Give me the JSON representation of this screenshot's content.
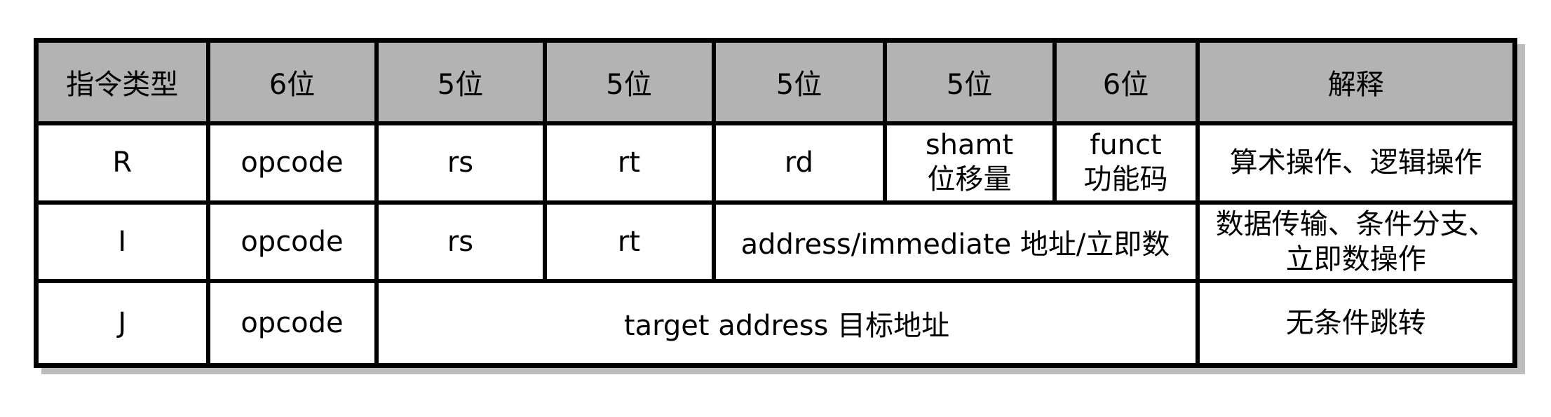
{
  "table": {
    "title_semantic": "MIPS instruction format table",
    "colors": {
      "header_bg": "#b3b3b3",
      "cell_bg": "#ffffff",
      "border": "#000000",
      "shadow": "#bdbdbd",
      "text": "#000000",
      "page_bg": "#ffffff"
    },
    "header": {
      "type_col": "指令类型",
      "bits6_a": "6位",
      "bits5_a": "5位",
      "bits5_b": "5位",
      "bits5_c": "5位",
      "bits5_d": "5位",
      "bits6_b": "6位",
      "explain_col": "解释"
    },
    "rows": {
      "r": {
        "type": "R",
        "opcode": "opcode",
        "rs": "rs",
        "rt": "rt",
        "rd": "rd",
        "shamt_line1": "shamt",
        "shamt_line2": "位移量",
        "funct_line1": "funct",
        "funct_line2": "功能码",
        "explain": "算术操作、逻辑操作"
      },
      "i": {
        "type": "I",
        "opcode": "opcode",
        "rs": "rs",
        "rt": "rt",
        "address_immediate": "address/immediate 地址/立即数",
        "explain_line1": "数据传输、条件分支、",
        "explain_line2": "立即数操作"
      },
      "j": {
        "type": "J",
        "opcode": "opcode",
        "target_address": "target address 目标地址",
        "explain": "无条件跳转"
      }
    }
  },
  "chart_data": {
    "type": "table",
    "columns": [
      "指令类型",
      "6位",
      "5位",
      "5位",
      "5位",
      "5位",
      "6位",
      "解释"
    ],
    "rows": [
      [
        "R",
        "opcode",
        "rs",
        "rt",
        "rd",
        "shamt 位移量",
        "funct 功能码",
        "算术操作、逻辑操作"
      ],
      [
        "I",
        "opcode",
        "rs",
        "rt",
        "address/immediate 地址/立即数 (spans 3 cols)",
        "数据传输、条件分支、立即数操作"
      ],
      [
        "J",
        "opcode",
        "target address 目标地址 (spans 5 cols)",
        "无条件跳转"
      ]
    ]
  }
}
